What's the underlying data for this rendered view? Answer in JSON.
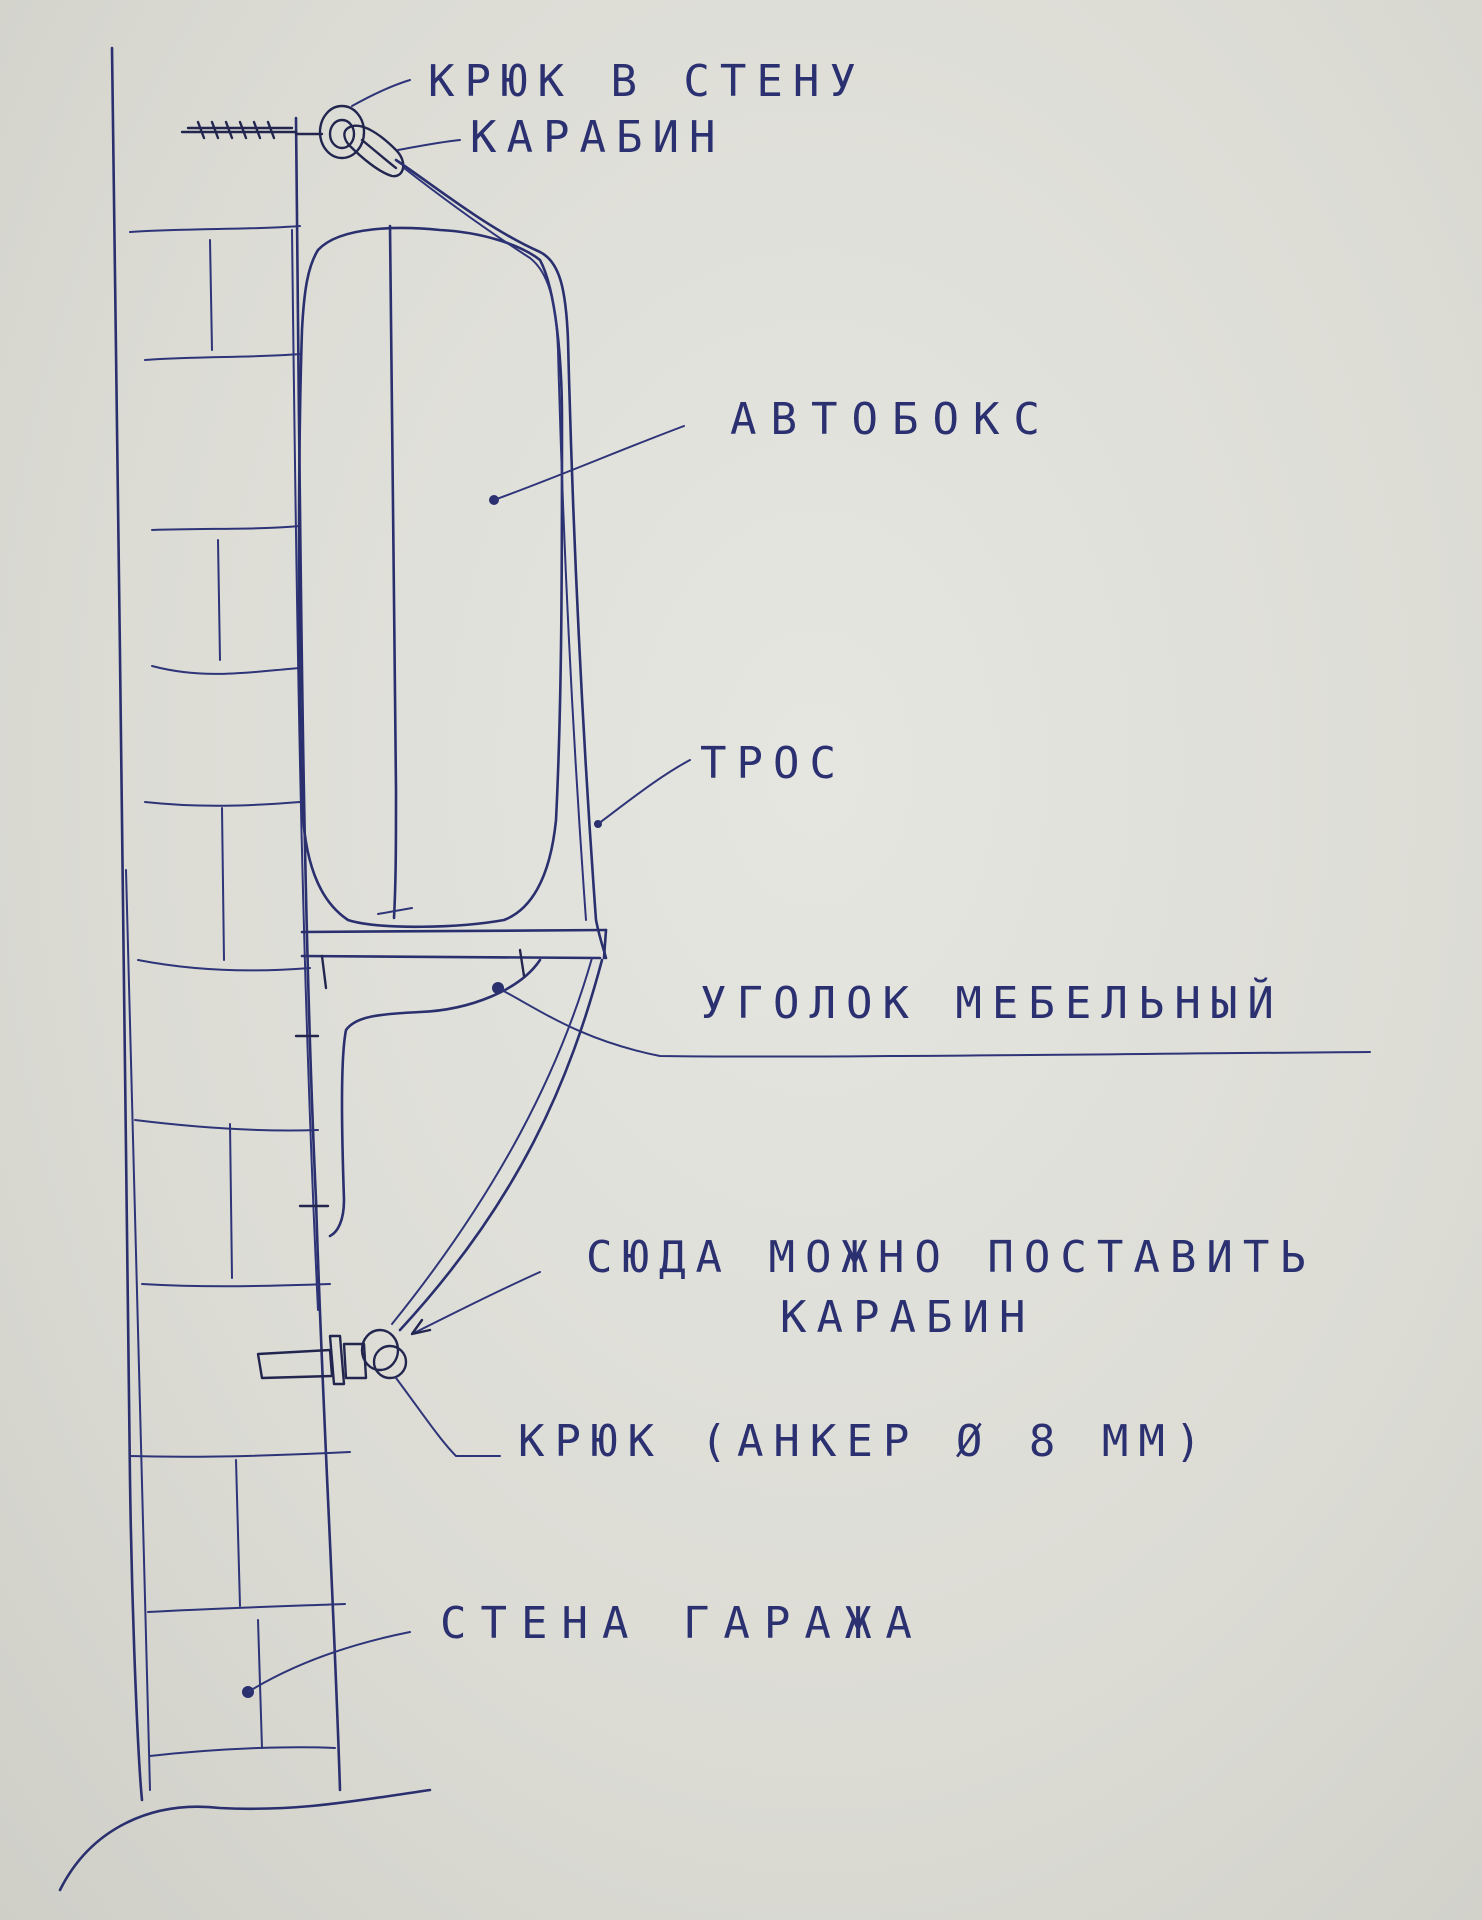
{
  "labels": {
    "hook_in_wall": "КРЮК   В   СТЕНУ",
    "carabiner_top": "КАРАБИН",
    "roof_box": "АВТОБОКС",
    "cable": "ТРОС",
    "furniture_bracket": "УГОЛОК   МЕБЕЛЬНЫЙ",
    "carabiner_note_line1": "СЮДА   МОЖНО   ПОСТАВИТЬ",
    "carabiner_note_line2": "КАРАБИН",
    "anchor_hook": "КРЮК  (АНКЕР  Ø  8 ММ)",
    "garage_wall": "СТЕНА   ГАРАЖА"
  },
  "colors": {
    "ink": "#2a2f6e",
    "paper": "#e2e2dc"
  }
}
